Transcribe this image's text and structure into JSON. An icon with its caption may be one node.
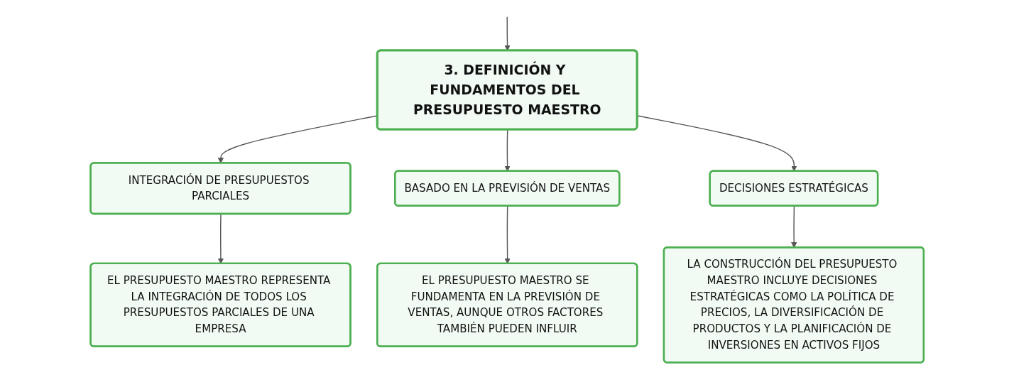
{
  "diagram": {
    "nodes": [
      {
        "text": [
          "3. DEFINICIÓN Y FUNDAMENTOS DEL PRESUPUESTO MAESTRO"
        ]
      },
      {
        "text": [
          "INTEGRACIÓN DE PRESUPUESTOS PARCIALES"
        ]
      },
      {
        "text": [
          "BASADO EN LA PREVISIÓN DE VENTAS"
        ]
      },
      {
        "text": [
          "DECISIONES ESTRATÉGICAS"
        ]
      },
      {
        "text": [
          "EL PRESUPUESTO MAESTRO REPRESENTA LA INTEGRACIÓN DE TODOS LOS PRESUPUESTOS PARCIALES DE UNA EMPRESA"
        ]
      },
      {
        "text": [
          "EL PRESUPUESTO MAESTRO SE FUNDAMENTA EN LA PREVISIÓN DE VENTAS, AUNQUE OTROS FACTORES TAMBIÉN PUEDEN INFLUIR"
        ]
      },
      {
        "text": [
          "LA CONSTRUCCIÓN DEL PRESUPUESTO MAESTRO INCLUYE DECISIONES ESTRATÉGICAS COMO LA POLÍTICA DE PRECIOS, LA DIVERSIFICACIÓN DE PRODUCTOS Y LA PLANIFICACIÓN DE INVERSIONES EN ACTIVOS FIJOS"
        ]
      }
    ],
    "edges": [
      {
        "from": null,
        "to": 0,
        "arrow": "to"
      },
      {
        "from": 0,
        "to": 1,
        "arrow": "to"
      },
      {
        "from": 0,
        "to": 2,
        "arrow": "to"
      },
      {
        "from": 0,
        "to": 3,
        "arrow": "to"
      },
      {
        "from": 1,
        "to": 4,
        "arrow": "to"
      },
      {
        "from": 2,
        "to": 5,
        "arrow": "to"
      },
      {
        "from": 3,
        "to": 6,
        "arrow": "to"
      }
    ]
  }
}
